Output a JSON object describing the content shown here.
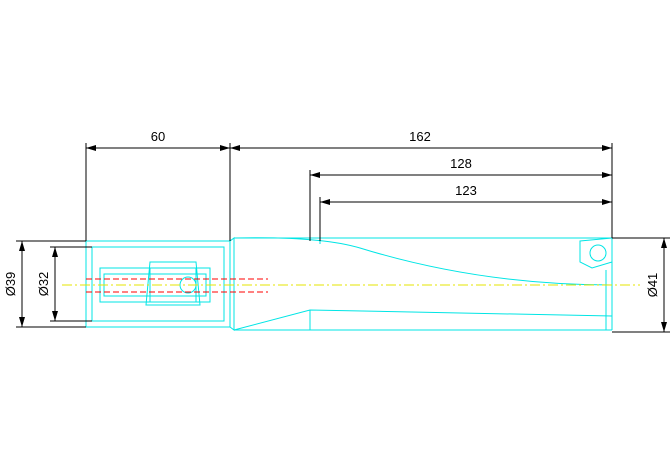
{
  "drawing": {
    "dimensions": {
      "shank_length": "60",
      "overall_length": "162",
      "length_128": "128",
      "length_123": "123",
      "body_diameter": "Ø39",
      "shank_diameter": "Ø32",
      "cutting_diameter": "Ø41"
    },
    "colors": {
      "outline": "#00e5e5",
      "dimension": "#000000",
      "centerline": "#e5e500",
      "coolant_hole": "#ff0000",
      "background": "#ffffff"
    }
  }
}
